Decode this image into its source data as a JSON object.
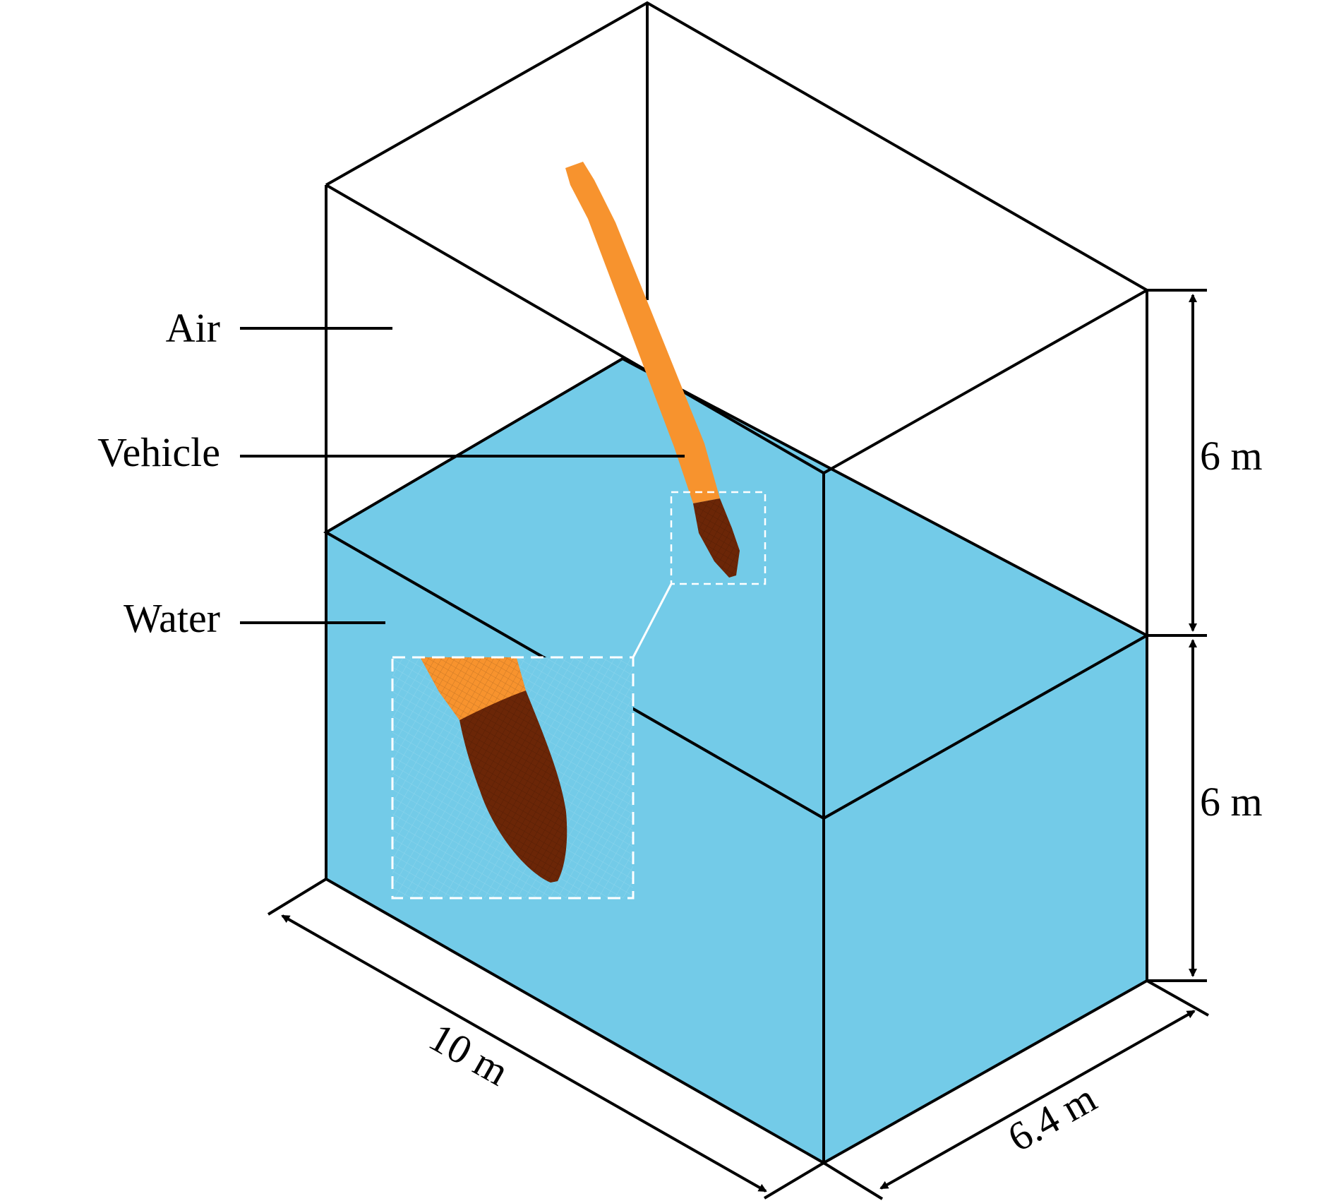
{
  "labels": {
    "air": "Air",
    "vehicle": "Vehicle",
    "water": "Water"
  },
  "dimensions": {
    "length": "10 m",
    "width": "6.4 m",
    "air_height": "6 m",
    "water_height": "6 m"
  },
  "colors": {
    "water": "#73cbe8",
    "vehicle_body": "#f7932e",
    "vehicle_nose": "#6b2607",
    "outline": "#000000",
    "inset_border": "#ffffff"
  }
}
